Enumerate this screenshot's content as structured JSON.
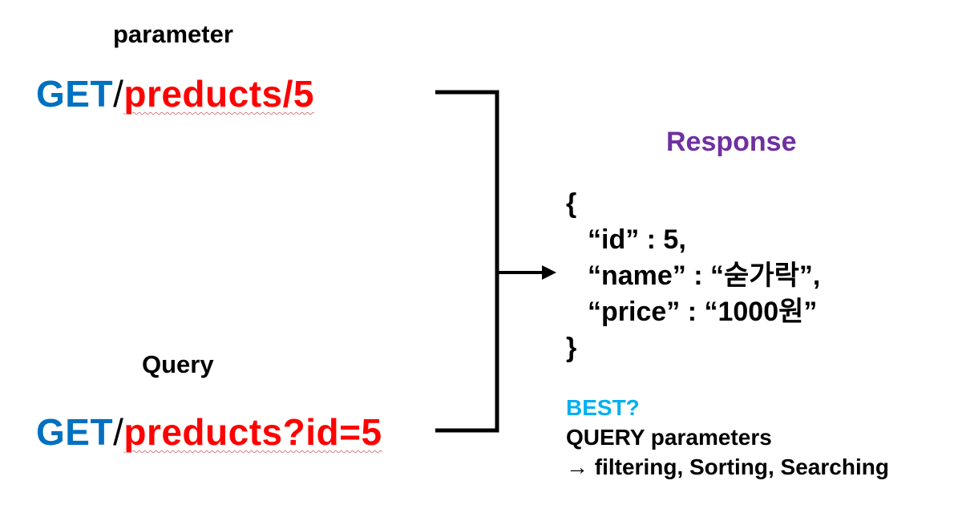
{
  "labels": {
    "parameter": "parameter",
    "query": "Query"
  },
  "param_request": {
    "method": "GET",
    "separator": "/",
    "path": "preducts/5"
  },
  "query_request": {
    "method": "GET",
    "separator": "/",
    "path": "preducts?id=5"
  },
  "response": {
    "title": "Response",
    "open_brace": "{",
    "lines": [
      "“id” : 5,",
      "“name” : “숟가락”,",
      "“price” : “1000원”"
    ],
    "close_brace": "}"
  },
  "note": {
    "question": "BEST?",
    "line1": "QUERY parameters",
    "line2": "→ filtering, Sorting, Searching"
  },
  "colors": {
    "method": "#0070c0",
    "path": "#ff0000",
    "response_title": "#7030a0",
    "best": "#00b0f0"
  }
}
